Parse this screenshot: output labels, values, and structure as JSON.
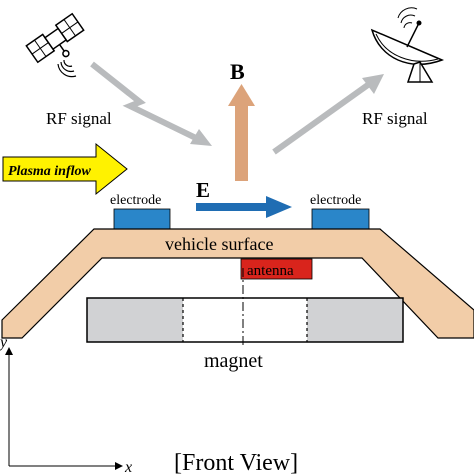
{
  "labels": {
    "rf_signal_left": "RF signal",
    "rf_signal_right": "RF signal",
    "b_field": "B",
    "e_field": "E",
    "plasma_inflow": "Plasma inflow",
    "electrode_left": "electrode",
    "electrode_right": "electrode",
    "vehicle_surface": "vehicle surface",
    "antenna": "antenna",
    "magnet": "magnet",
    "axis_y": "y",
    "axis_x": "x",
    "view_caption": "[Front View]"
  },
  "icons": {
    "satellite": "satellite-icon",
    "dish": "satellite-dish-icon"
  },
  "colors": {
    "vehicle_fill": "#f2cda8",
    "b_arrow": "#dca37a",
    "e_arrow": "#1f6db3",
    "plasma_arrow": "#fff200",
    "electrode": "#2a86c9",
    "antenna": "#d9241c",
    "magnet_gray": "#d1d2d4",
    "rf_arrow": "#b9bbbd"
  }
}
